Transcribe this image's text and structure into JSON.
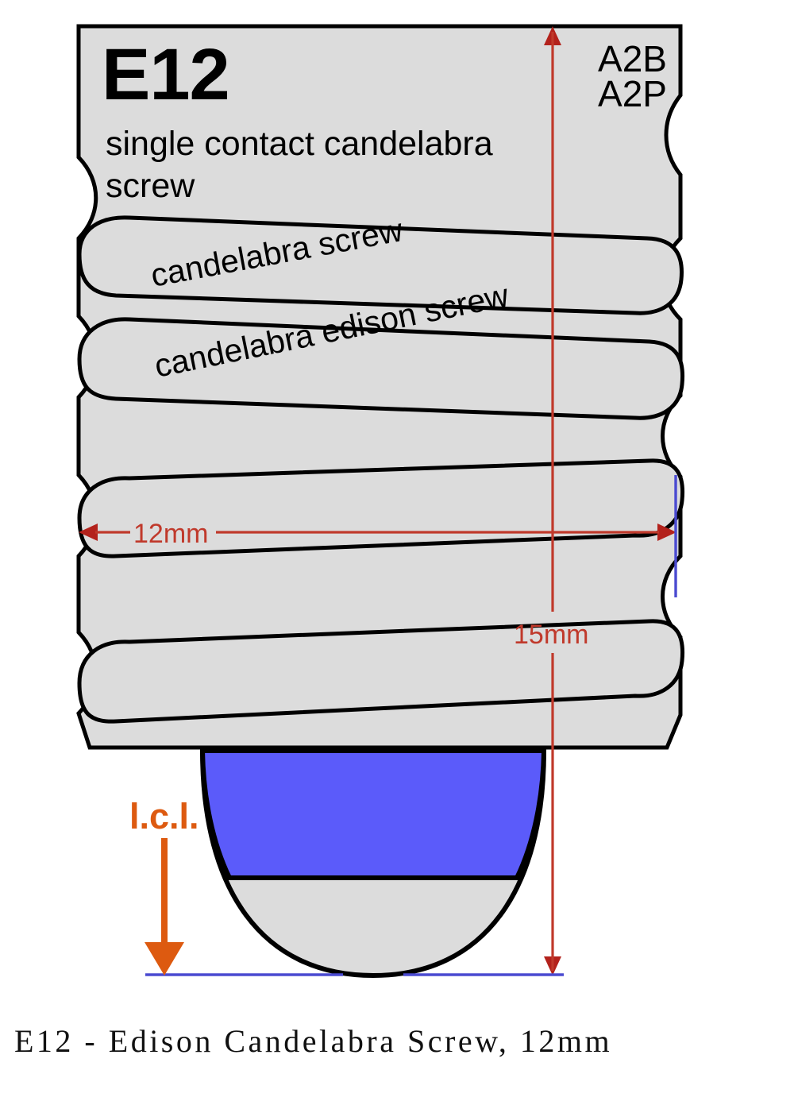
{
  "diagram": {
    "title": "E12",
    "subtitle_line1": "single contact candelabra",
    "subtitle_line2": "screw",
    "codes": {
      "code1": "A2B",
      "code2": "A2P"
    },
    "thread_labels": {
      "upper": "candelabra screw",
      "lower": "candelabra edison screw"
    },
    "dimensions": {
      "diameter": "12mm",
      "height": "15mm",
      "light_center_length": "l.c.l."
    },
    "caption": "E12 - Edison Candelabra Screw, 12mm"
  },
  "colors": {
    "body_fill": "#dcdcdc",
    "outline": "#000000",
    "contact_blue": "#5b5bfa",
    "dimension_red": "#c0392b",
    "dimension_blue": "#4a4ad0",
    "lcl_orange": "#dd5a10",
    "background": "#ffffff"
  }
}
